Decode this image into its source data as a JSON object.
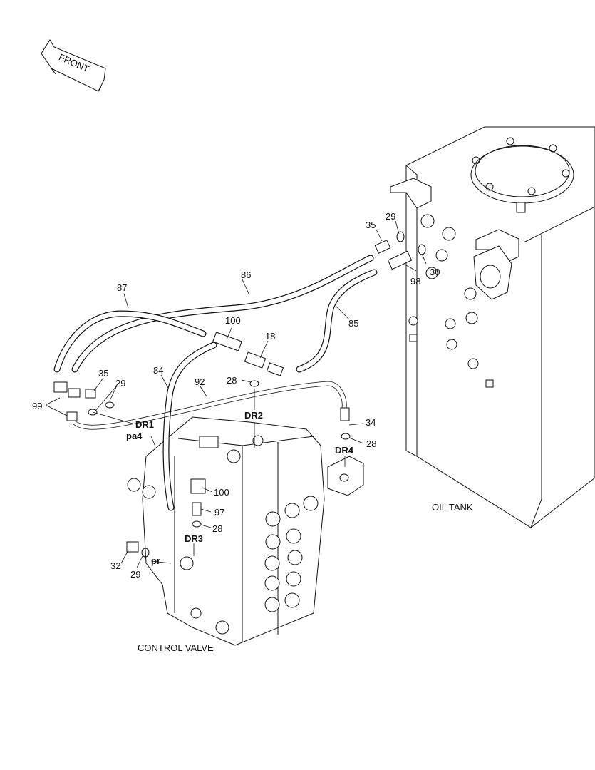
{
  "front_arrow": {
    "text": "FRONT"
  },
  "components": {
    "oil_tank": "OIL TANK",
    "control_valve": "CONTROL VALVE"
  },
  "ports": {
    "dr1": "DR1",
    "dr2": "DR2",
    "dr3": "DR3",
    "dr4": "DR4",
    "pa4": "pa4",
    "pr": "pr"
  },
  "callouts": {
    "c29_top": "29",
    "c35_top": "35",
    "c30": "30",
    "c98": "98",
    "c86": "86",
    "c87": "87",
    "c85": "85",
    "c100_top": "100",
    "c18": "18",
    "c84": "84",
    "c92": "92",
    "c28_dr2": "28",
    "c35_left": "35",
    "c29_left": "29",
    "c99": "99",
    "c34": "34",
    "c28_dr4": "28",
    "c100_mid": "100",
    "c97": "97",
    "c28_dr3": "28",
    "c32": "32",
    "c29_bottom": "29"
  }
}
